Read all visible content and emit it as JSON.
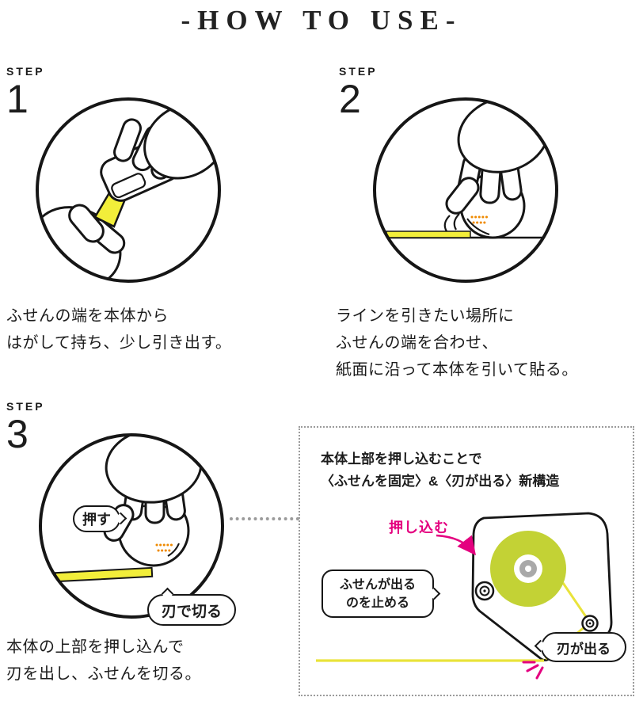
{
  "title": "-HOW TO USE-",
  "steps": [
    {
      "label": "STEP",
      "number": "1",
      "caption_lines": [
        "ふせんの端を本体から",
        "はがして持ち、少し引き出す。"
      ]
    },
    {
      "label": "STEP",
      "number": "2",
      "caption_lines": [
        "ラインを引きたい場所に",
        "ふせんの端を合わせ、",
        "紙面に沿って本体を引いて貼る。"
      ]
    },
    {
      "label": "STEP",
      "number": "3",
      "caption_lines": [
        "本体の上部を押し込んで",
        "刃を出し、ふせんを切る。"
      ]
    }
  ],
  "step3_bubbles": {
    "push": "押す",
    "cut": "刃で切る"
  },
  "mechanism": {
    "heading_lines": [
      "本体上部を押し込むことで",
      "〈ふせんを固定〉&〈刃が出る〉新構造"
    ],
    "push_label": "押し込む",
    "stop_bubble_lines": [
      "ふせんが出る",
      "のを止める"
    ],
    "blade_bubble": "刃が出る"
  },
  "icons": {
    "bubble-pointer": "triangle",
    "blade-sparkle-icon": "pink radiating strokes",
    "motion-marks-icon": "double arc",
    "brand-dots-icon": "orange dot rows"
  },
  "colors": {
    "tape_yellow": "#f2ee3a",
    "roll_green": "#c3d235",
    "accent_pink": "#e4007f",
    "line_black": "#161616",
    "dotted_gray": "#9b9b9b",
    "brand_orange": "#ef8a00"
  }
}
